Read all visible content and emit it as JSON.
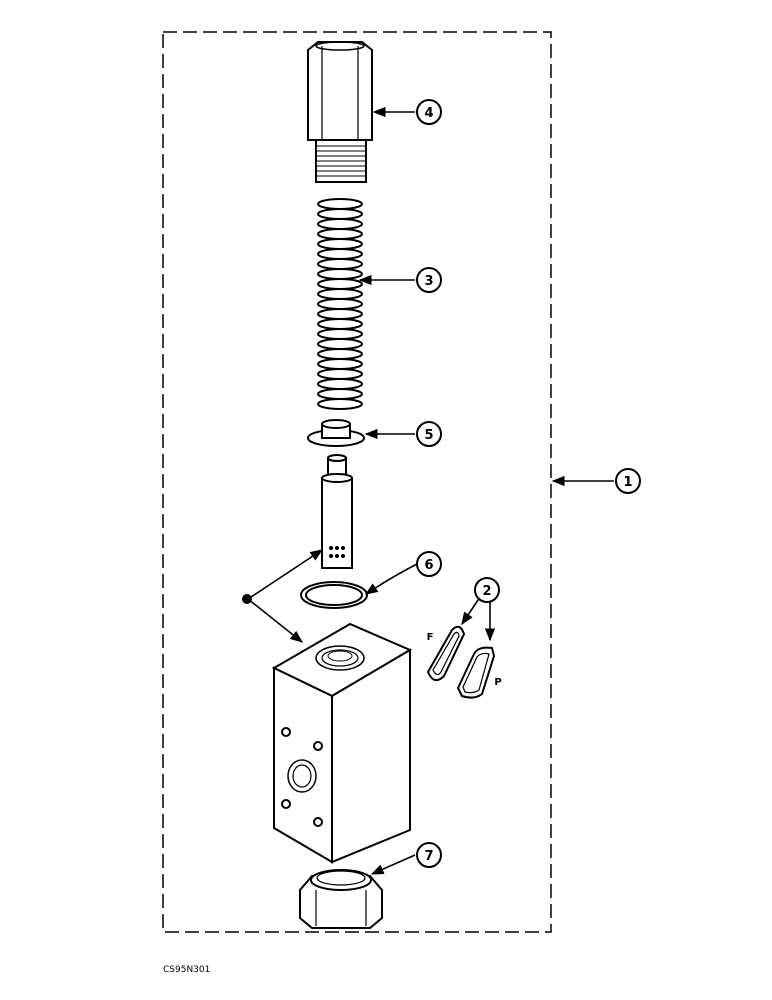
{
  "callouts": {
    "assembly": "1",
    "seals": "2",
    "spring": "3",
    "plug": "4",
    "seat": "5",
    "o_ring": "6",
    "cap": "7"
  },
  "port_labels": {
    "f": "F",
    "p": "P"
  },
  "drawing_code": "CS95N301",
  "colors": {
    "line": "#000000",
    "background": "#ffffff"
  }
}
